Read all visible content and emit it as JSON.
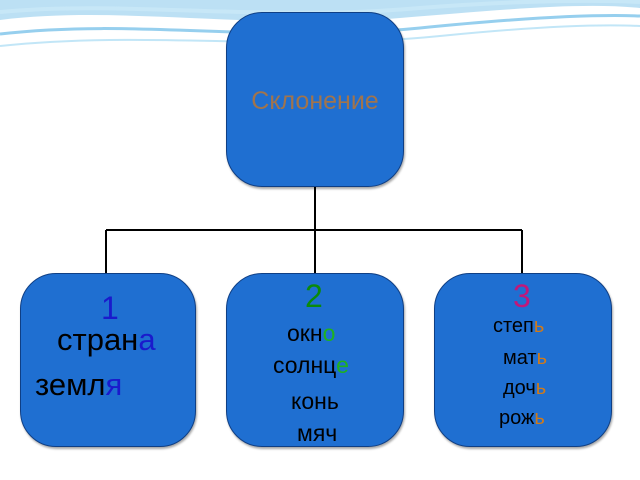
{
  "root": {
    "label": "Склонение"
  },
  "groups": [
    {
      "number": "1",
      "number_color": "#1a1acc",
      "ending_color": "#1a1acc",
      "words": [
        {
          "stem": "стран",
          "ending": "а"
        },
        {
          "stem": "земл",
          "ending": "я"
        }
      ]
    },
    {
      "number": "2",
      "number_color": "#0b8a0b",
      "ending_color": "#1fb21f",
      "words": [
        {
          "stem": "окн",
          "ending": "о"
        },
        {
          "stem": "солнц",
          "ending": "е"
        },
        {
          "stem": "конь",
          "ending": ""
        },
        {
          "stem": "мяч",
          "ending": ""
        }
      ]
    },
    {
      "number": "3",
      "number_color": "#c0187a",
      "ending_color": "#d07a1a",
      "words": [
        {
          "stem": "степ",
          "ending": "ь"
        },
        {
          "stem": "мат",
          "ending": "ь"
        },
        {
          "stem": "доч",
          "ending": "ь"
        },
        {
          "stem": "рож",
          "ending": "ь"
        }
      ]
    }
  ]
}
